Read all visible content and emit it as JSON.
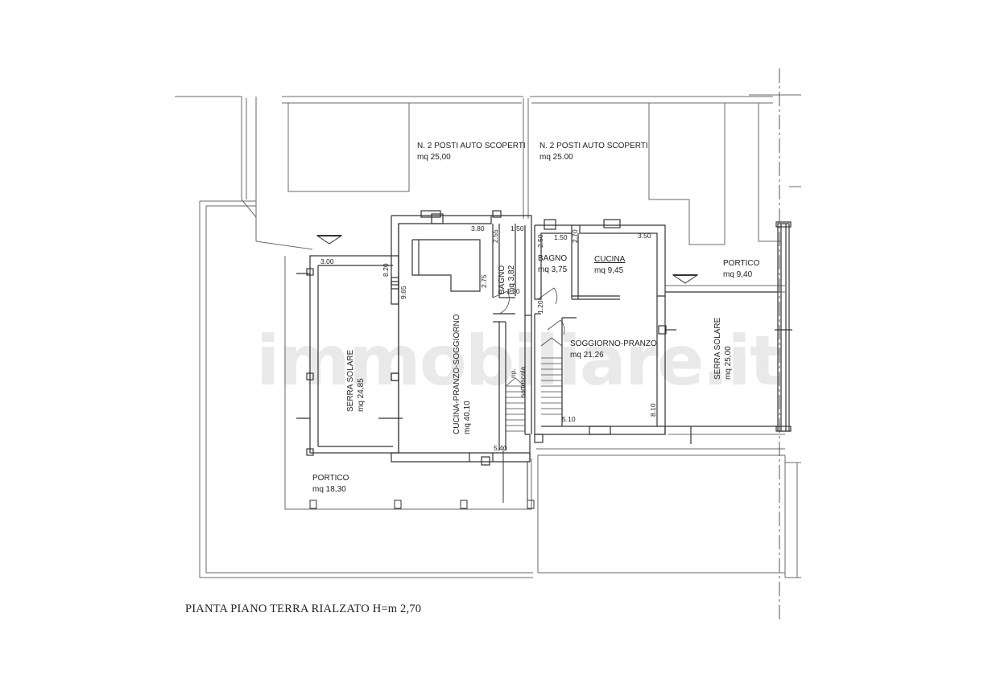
{
  "drawing": {
    "title": "PIANTA PIANO TERRA RIALZATO H=m 2,70",
    "watermark": "immobiliare.it"
  },
  "labels": {
    "parking_left": {
      "name": "N. 2 POSTI AUTO SCOPERTI",
      "area": "mq 25,00"
    },
    "parking_right": {
      "name": "N. 2 POSTI AUTO SCOPERTI",
      "area": "mq 25.00"
    },
    "serra_left": {
      "name": "SERRA SOLARE",
      "area": "mq 24,85"
    },
    "cucina_pranzo": {
      "name": "CUCINA-PRANZO-SOGGIORNO",
      "area": "mq 40,10"
    },
    "bagno_left": {
      "name": "BAGNO",
      "area": "mq 3,82"
    },
    "rip": {
      "name": "rip.",
      "sub": "sottoscala"
    },
    "bagno_right": {
      "name": "BAGNO",
      "area": "mq 3,75"
    },
    "cucina": {
      "name": "CUCINA",
      "area": "mq 9,45"
    },
    "soggiorno": {
      "name": "SOGGIORNO-PRANZO",
      "area": "mq 21,26"
    },
    "serra_right": {
      "name": "SERRA SOLARE",
      "area": "mq 25,00"
    },
    "portico_right": {
      "name": "PORTICO",
      "area": "mq 9,40"
    },
    "portico_left": {
      "name": "PORTICO",
      "area": "mq 18,30"
    }
  },
  "dimensions": {
    "d_300": "3.00",
    "d_820": "8.20",
    "d_965": "9.65",
    "d_380": "3.80",
    "d_255": "2.55",
    "d_150a": "1.50",
    "d_275": "2.75",
    "d_120a": "1.20",
    "d_250": "2.50",
    "d_150b": "1.50",
    "d_270": "2.70",
    "d_350": "3.50",
    "d_120b": "1.20",
    "d_510": "5.10",
    "d_810": "8.10",
    "d_540": "5.40"
  }
}
